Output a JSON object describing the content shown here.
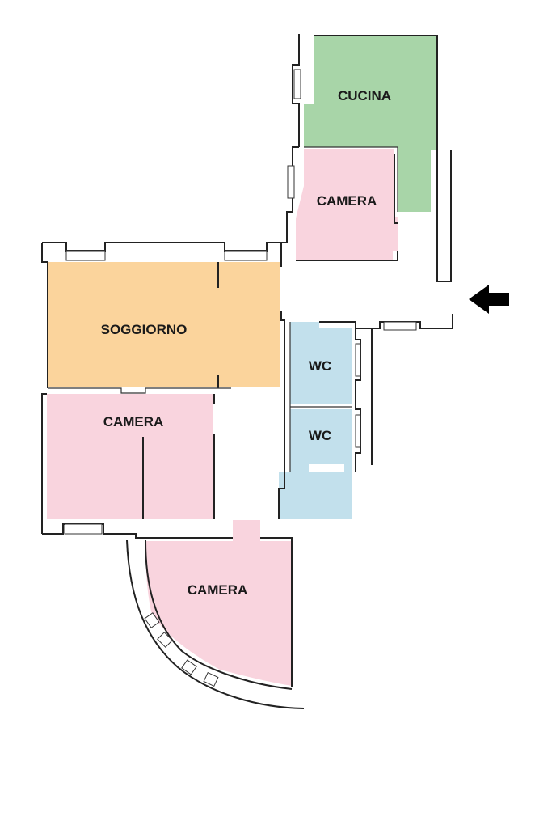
{
  "rooms": [
    {
      "id": "cucina",
      "label": "CUCINA",
      "color": "#a8d5a8"
    },
    {
      "id": "camera-top",
      "label": "CAMERA",
      "color": "#f9d4de"
    },
    {
      "id": "soggiorno",
      "label": "SOGGIORNO",
      "color": "#fbd49c"
    },
    {
      "id": "wc-1",
      "label": "WC",
      "color": "#c2e0ec"
    },
    {
      "id": "wc-2",
      "label": "WC",
      "color": "#c2e0ec"
    },
    {
      "id": "camera-left",
      "label": "CAMERA",
      "color": "#f9d4de"
    },
    {
      "id": "camera-bottom",
      "label": "CAMERA",
      "color": "#f9d4de"
    }
  ],
  "entrance": {
    "icon": "arrow-left-icon",
    "color": "#000000"
  }
}
